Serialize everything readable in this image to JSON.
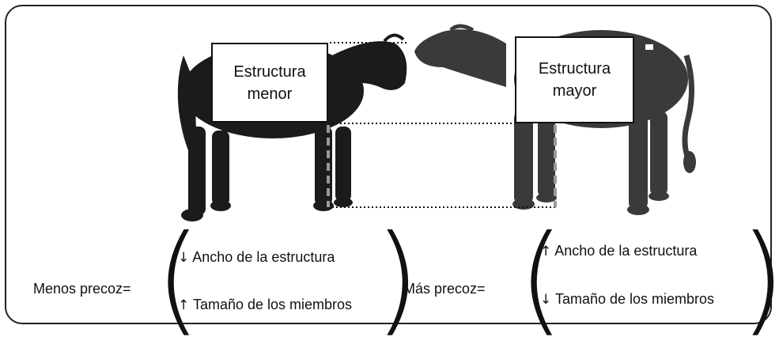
{
  "boxes": {
    "left": "Estructura\nmenor",
    "right": "Estructura\nmayor"
  },
  "formula_left": {
    "label": "Menos precoz=",
    "line1_arrow": "↓",
    "line1": "Ancho de la estructura",
    "line2_arrow": "↑",
    "line2": "Tamaño de los miembros"
  },
  "formula_right": {
    "label": "Más precoz=",
    "line1_arrow": "↑",
    "line1": "Ancho de la estructura",
    "line2_arrow": "↓",
    "line2": "Tamaño de los miembros"
  },
  "colors": {
    "animal_left": "#1b1b1b",
    "animal_right": "#3a3a3a",
    "border": "#222222",
    "guide_dashed": "#999999"
  }
}
